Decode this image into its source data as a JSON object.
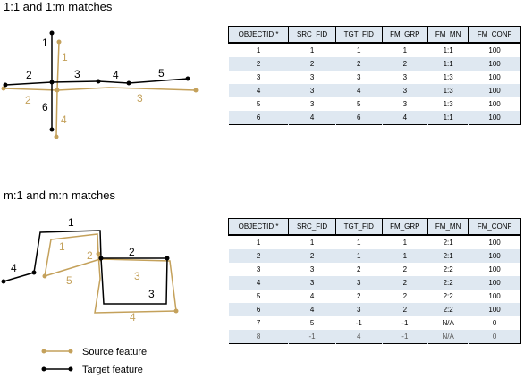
{
  "section1": {
    "title": "1:1 and 1:m matches"
  },
  "section2": {
    "title": "m:1 and m:n matches"
  },
  "diagram1": {
    "target_labels": [
      "1",
      "2",
      "3",
      "4",
      "5",
      "6"
    ],
    "source_labels": [
      "1",
      "2",
      "3",
      "4"
    ]
  },
  "diagram2": {
    "target_labels": [
      "1",
      "2",
      "3",
      "4"
    ],
    "source_labels": [
      "1",
      "2",
      "3",
      "4",
      "5"
    ]
  },
  "legend": {
    "source": "Source feature",
    "target": "Target feature"
  },
  "colors": {
    "source": "#c4a15b",
    "target": "#000000",
    "table_stripe": "#dfe8f1"
  },
  "table1": {
    "headers": [
      "OBJECTID *",
      "SRC_FID",
      "TGT_FID",
      "FM_GRP",
      "FM_MN",
      "FM_CONF"
    ],
    "rows": [
      [
        "1",
        "1",
        "1",
        "1",
        "1:1",
        "100"
      ],
      [
        "2",
        "2",
        "2",
        "2",
        "1:1",
        "100"
      ],
      [
        "3",
        "3",
        "3",
        "3",
        "1:3",
        "100"
      ],
      [
        "4",
        "3",
        "4",
        "3",
        "1:3",
        "100"
      ],
      [
        "5",
        "3",
        "5",
        "3",
        "1:3",
        "100"
      ],
      [
        "6",
        "4",
        "6",
        "4",
        "1:1",
        "100"
      ]
    ]
  },
  "table2": {
    "headers": [
      "OBJECTID *",
      "SRC_FID",
      "TGT_FID",
      "FM_GRP",
      "FM_MN",
      "FM_CONF"
    ],
    "rows": [
      [
        "1",
        "1",
        "1",
        "1",
        "2:1",
        "100"
      ],
      [
        "2",
        "2",
        "1",
        "1",
        "2:1",
        "100"
      ],
      [
        "3",
        "3",
        "2",
        "2",
        "2:2",
        "100"
      ],
      [
        "4",
        "3",
        "3",
        "2",
        "2:2",
        "100"
      ],
      [
        "5",
        "4",
        "2",
        "2",
        "2:2",
        "100"
      ],
      [
        "6",
        "4",
        "3",
        "2",
        "2:2",
        "100"
      ],
      [
        "7",
        "5",
        "-1",
        "-1",
        "N/A",
        "0"
      ],
      [
        "8",
        "-1",
        "4",
        "-1",
        "N/A",
        "0"
      ]
    ]
  }
}
